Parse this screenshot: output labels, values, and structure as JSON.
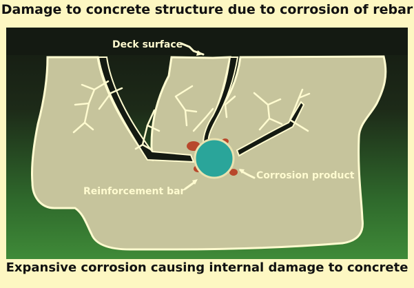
{
  "title": "Damage to concrete structure due to corrosion of rebar",
  "caption": "Expansive corrosion causing internal damage to concrete",
  "labels": {
    "deck_surface": "Deck surface",
    "corrosion_product": "Corrosion product",
    "reinforcement_bar": "Reinforcement bar"
  },
  "colors": {
    "background": "#fdf7c2",
    "concrete": "#c6c49c",
    "outline": "#fffbd0",
    "rebar": "#2aa59a",
    "rust": "#b8482c"
  }
}
